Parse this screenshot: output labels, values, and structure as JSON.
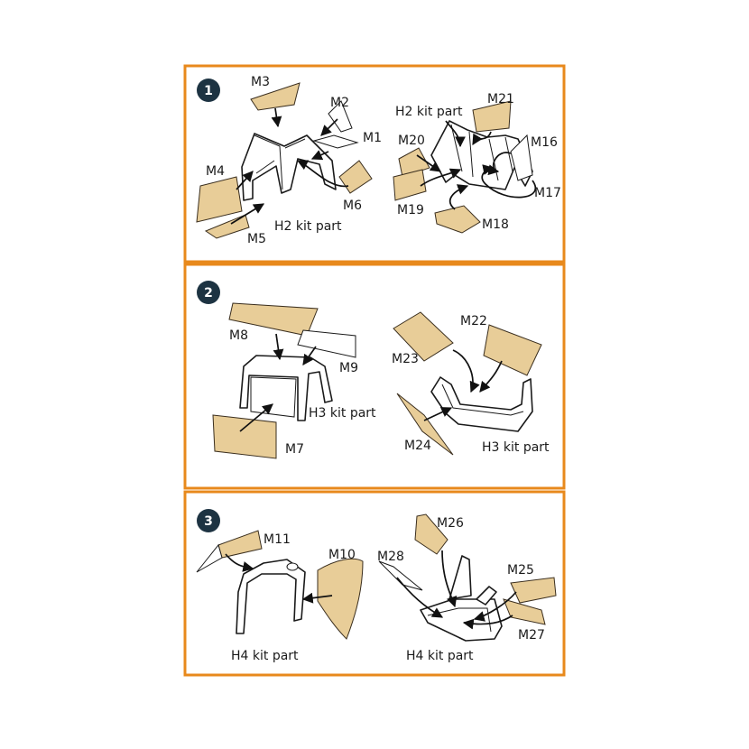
{
  "colors": {
    "frame": "#e8891c",
    "part_fill": "#e8cd98",
    "badge": "#1d3342",
    "line": "#1a1a1a"
  },
  "panels": [
    {
      "step": "1",
      "labels": {
        "M3": "M3",
        "M2": "M2",
        "M1": "M1",
        "M4": "M4",
        "M6": "M6",
        "M5": "M5",
        "kit_left": "H2 kit part",
        "kit_right": "H2 kit part",
        "M21": "M21",
        "M20": "M20",
        "M16": "M16",
        "M17": "M17",
        "M19": "M19",
        "M18": "M18"
      }
    },
    {
      "step": "2",
      "labels": {
        "M8": "M8",
        "M9": "M9",
        "M7": "M7",
        "kit_left": "H3 kit part",
        "M22": "M22",
        "M23": "M23",
        "M24": "M24",
        "kit_right": "H3 kit part"
      }
    },
    {
      "step": "3",
      "labels": {
        "M11": "M11",
        "M10": "M10",
        "kit_left": "H4 kit part",
        "M26": "M26",
        "M28": "M28",
        "M25": "M25",
        "M27": "M27",
        "kit_right": "H4 kit part"
      }
    }
  ]
}
